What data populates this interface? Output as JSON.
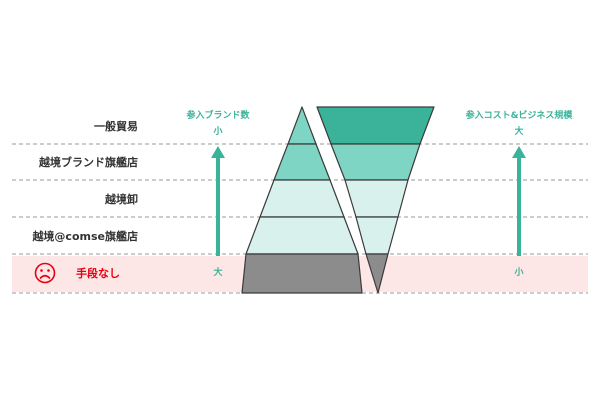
{
  "rows": [
    {
      "label": "一般貿易"
    },
    {
      "label": "越境ブランド旗艦店"
    },
    {
      "label": "越境卸"
    },
    {
      "label": "越境@comse旗艦店"
    }
  ],
  "no_means": {
    "label": "手段なし",
    "icon": "sad-face-icon"
  },
  "left_axis": {
    "title": "参入ブランド数",
    "top_label": "小",
    "bottom_label": "大"
  },
  "right_axis": {
    "title": "参入コスト&ビジネス規模",
    "top_label": "大",
    "bottom_label": "小"
  },
  "colors": {
    "accent": "#3bb39a",
    "tier_light": "#d8f1ec",
    "tier_mid": "#7fd5c4",
    "tier_base": "#8c8c8c",
    "highlight_bg": "#fde6e6",
    "negative": "#e60012",
    "dash": "#9a9a9a",
    "label": "#333333"
  }
}
